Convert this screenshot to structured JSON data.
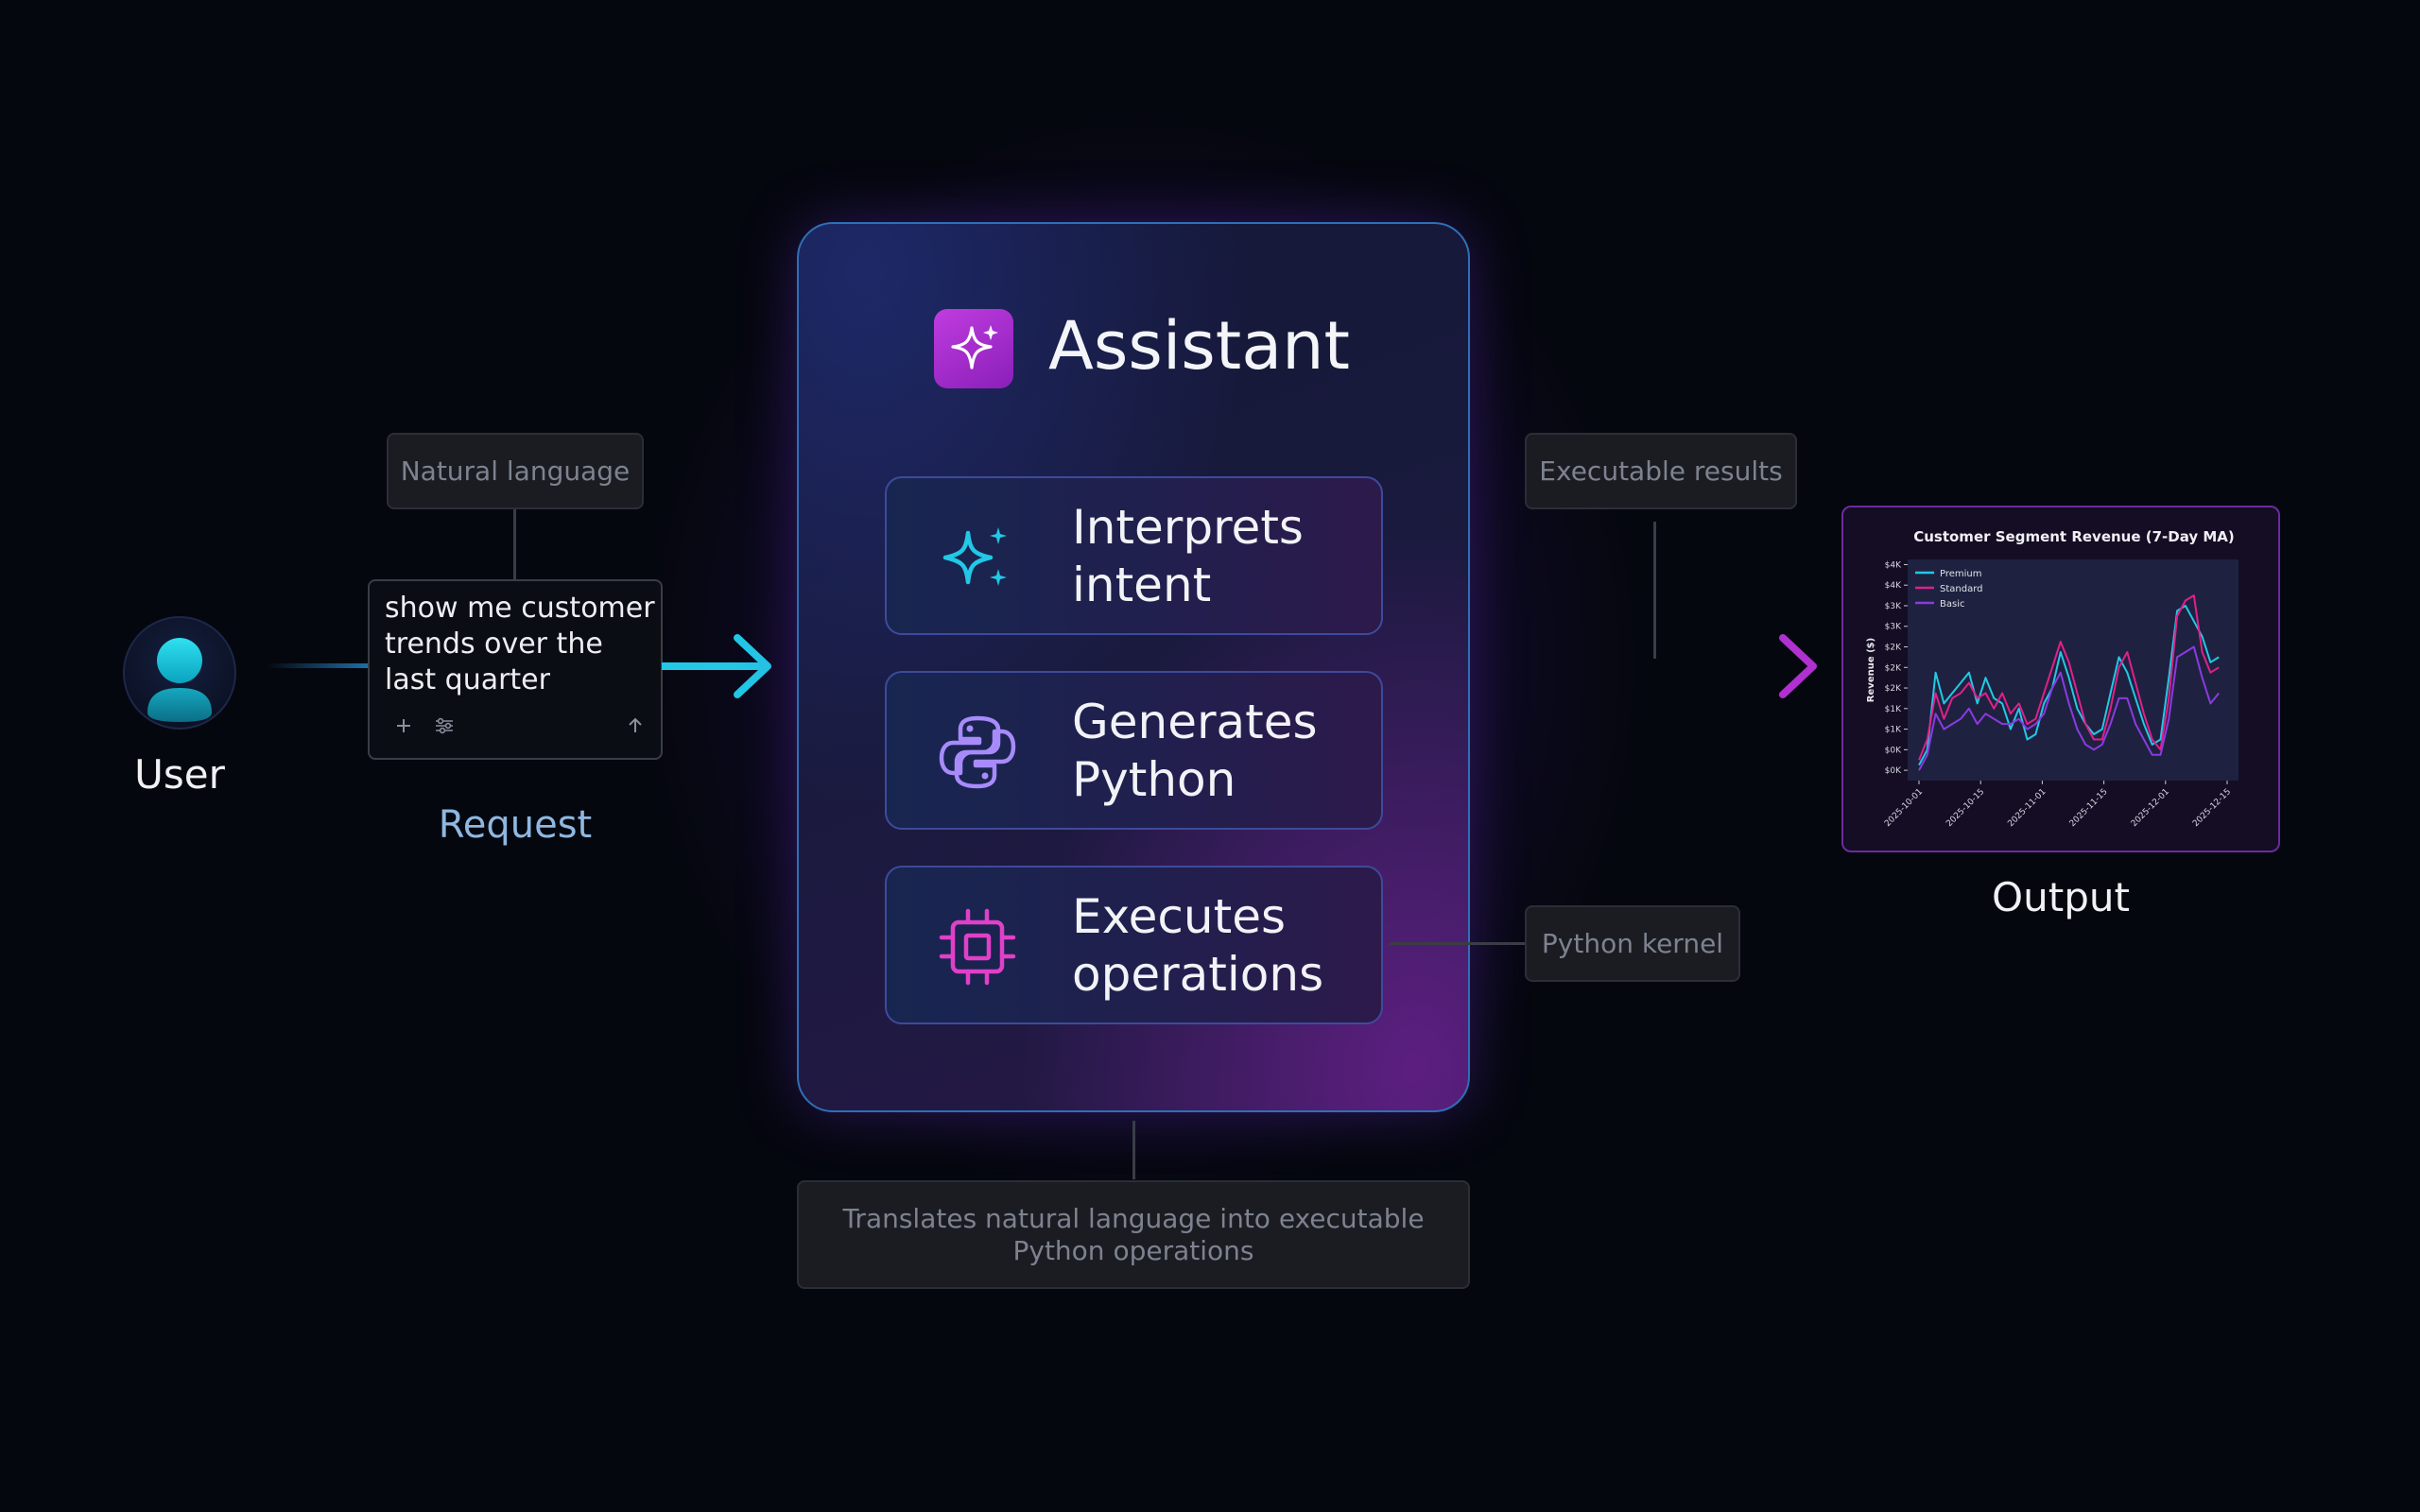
{
  "user": {
    "label": "User"
  },
  "request": {
    "text": "show me customer trends over the last quarter",
    "label": "Request",
    "tag": "Natural language"
  },
  "assistant": {
    "title": "Assistant",
    "features": [
      {
        "label": "Interprets intent",
        "icon": "sparkles-icon"
      },
      {
        "label": "Generates Python",
        "icon": "python-icon"
      },
      {
        "label": "Executes operations",
        "icon": "chip-icon"
      }
    ],
    "description": "Translates natural language into executable Python operations"
  },
  "tags": {
    "executable_results": "Executable results",
    "python_kernel": "Python kernel"
  },
  "output": {
    "label": "Output"
  },
  "colors": {
    "cyan": "#22c8e6",
    "magenta": "#e0208a",
    "purple": "#8b3ae0",
    "background": "#05070f"
  },
  "chart_data": {
    "type": "line",
    "title": "Customer Segment Revenue (7-Day MA)",
    "ylabel": "Revenue ($)",
    "xlabel": "",
    "y_ticks": [
      "$0K",
      "$0K",
      "$1K",
      "$1K",
      "$2K",
      "$2K",
      "$2K",
      "$3K",
      "$3K",
      "$4K",
      "$4K"
    ],
    "y_tick_values": [
      0,
      0.4,
      0.8,
      1.2,
      1.6,
      2.0,
      2.4,
      2.8,
      3.2,
      3.6,
      4.0
    ],
    "ylim": [
      -0.2,
      4.1
    ],
    "x_ticks": [
      "2025-10-01",
      "2025-10-15",
      "2025-11-01",
      "2025-11-15",
      "2025-12-01",
      "2025-12-15"
    ],
    "legend_position": "top-left",
    "x": [
      0,
      2,
      4,
      6,
      8,
      10,
      12,
      14,
      16,
      18,
      20,
      22,
      24,
      26,
      28,
      30,
      32,
      34,
      36,
      38,
      40,
      42,
      44,
      46,
      48,
      50,
      52,
      54,
      56,
      58,
      60,
      62,
      64,
      66,
      68,
      70,
      72,
      74
    ],
    "series": [
      {
        "name": "Premium",
        "color": "#22c8e6",
        "values": [
          0.1,
          0.4,
          1.9,
          1.3,
          1.5,
          1.7,
          1.9,
          1.3,
          1.8,
          1.4,
          1.3,
          0.8,
          1.2,
          0.6,
          0.7,
          1.3,
          1.6,
          2.3,
          1.8,
          1.2,
          0.9,
          0.7,
          0.8,
          1.5,
          2.2,
          1.9,
          1.4,
          0.9,
          0.5,
          0.6,
          1.8,
          3.1,
          3.2,
          2.9,
          2.6,
          2.1,
          2.2
        ]
      },
      {
        "name": "Standard",
        "color": "#e0208a",
        "values": [
          0.2,
          0.6,
          1.5,
          1.0,
          1.4,
          1.5,
          1.7,
          1.4,
          1.5,
          1.2,
          1.5,
          1.1,
          1.3,
          0.9,
          1.0,
          1.5,
          2.0,
          2.5,
          2.1,
          1.5,
          0.9,
          0.6,
          0.6,
          1.2,
          2.0,
          2.3,
          1.7,
          1.1,
          0.6,
          0.4,
          1.4,
          3.0,
          3.3,
          3.4,
          2.3,
          1.9,
          2.0
        ]
      },
      {
        "name": "Basic",
        "color": "#8b3ae0",
        "values": [
          0.0,
          0.3,
          1.1,
          0.8,
          0.9,
          1.0,
          1.2,
          0.9,
          1.1,
          1.0,
          0.9,
          0.9,
          1.0,
          0.8,
          0.9,
          1.1,
          1.6,
          1.9,
          1.3,
          0.8,
          0.5,
          0.4,
          0.5,
          0.9,
          1.4,
          1.4,
          0.9,
          0.6,
          0.3,
          0.3,
          1.0,
          2.2,
          2.3,
          2.4,
          1.8,
          1.3,
          1.5
        ]
      }
    ]
  }
}
